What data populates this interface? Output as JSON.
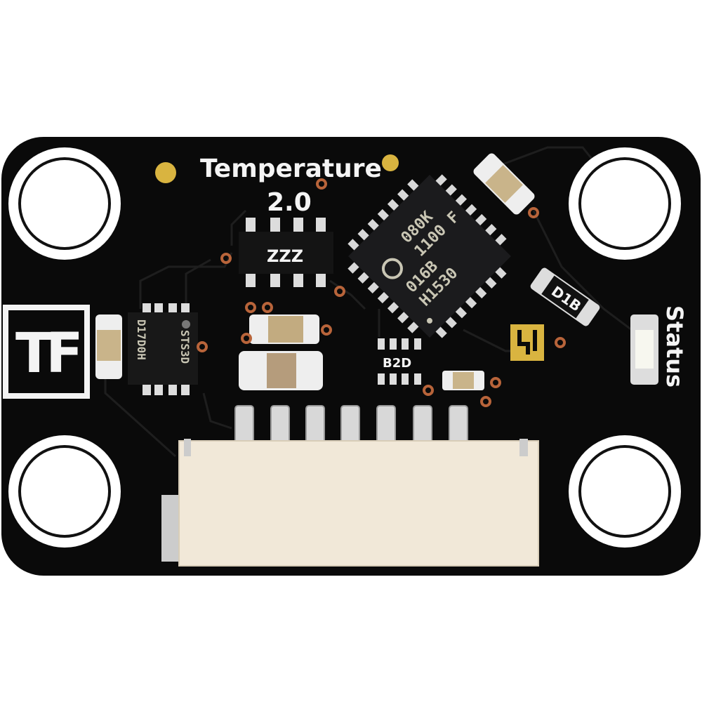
{
  "board": {
    "title_line1": "Temperature",
    "title_line2": "2.0",
    "status_label": "Status",
    "logo_text": "TF",
    "colors": {
      "pcb": "#0a0a0a",
      "silkscreen": "#f4f4f4",
      "gold": "#d9b440",
      "connector": "#f1e8d8",
      "copper_via": "#b8643a"
    }
  },
  "components": {
    "mcu_marking": [
      "080K",
      "1100 F",
      "016B",
      "H1530"
    ],
    "array_marking": "ZZZ",
    "sensor_marking_left": "D17D0H",
    "sensor_marking_right": "STS3D",
    "small_ic_marking": "B2D",
    "resistor_marking": "D1B"
  }
}
